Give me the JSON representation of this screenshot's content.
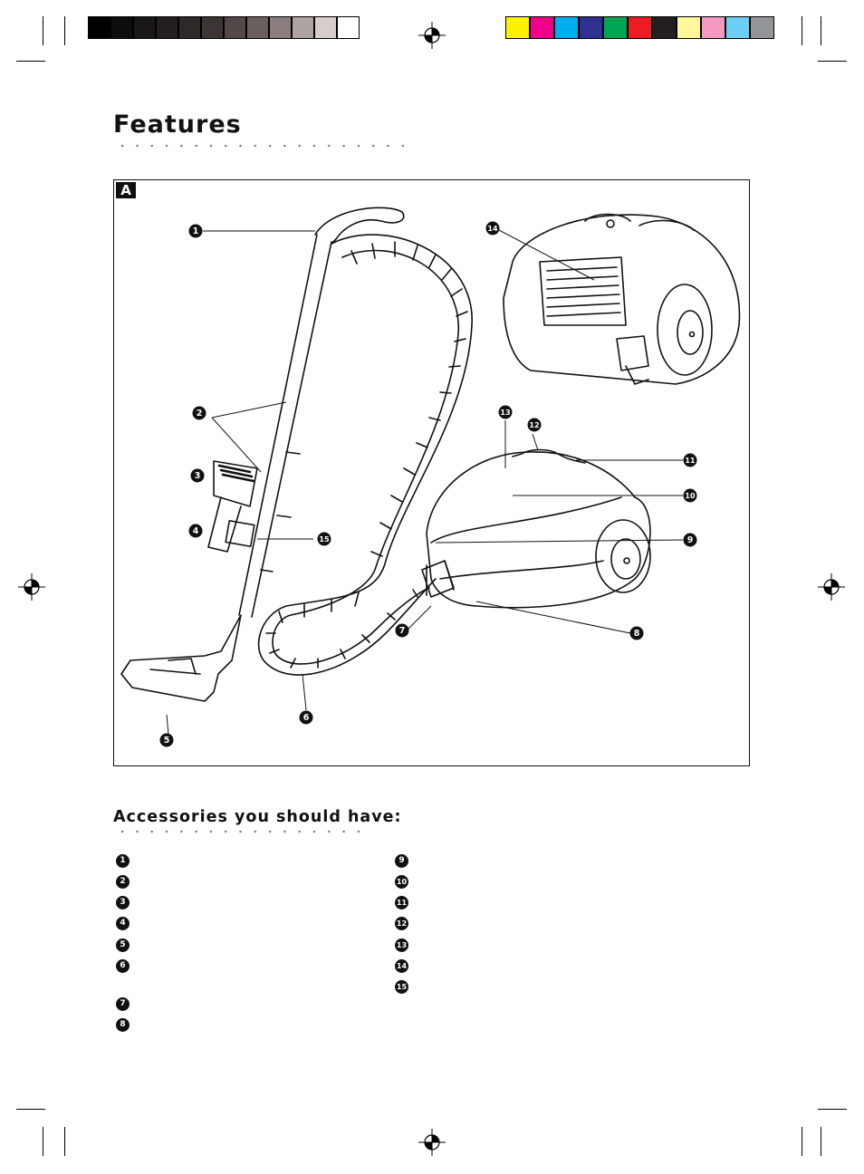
{
  "title": "Features",
  "panel_label": "A",
  "subtitle": "Accessories you should have:",
  "callouts": [
    "1",
    "2",
    "3",
    "4",
    "5",
    "6",
    "7",
    "8",
    "9",
    "10",
    "11",
    "12",
    "13",
    "14",
    "15"
  ],
  "legend_left": [
    "1",
    "2",
    "3",
    "4",
    "5",
    "6",
    "7",
    "8"
  ],
  "legend_right": [
    "9",
    "10",
    "11",
    "12",
    "13",
    "14",
    "15"
  ],
  "colors": {
    "swatches_gray": [
      "#000000",
      "#0d0d0d",
      "#1a1717",
      "#231f20",
      "#2e2928",
      "#3c3534",
      "#524847",
      "#6b5f5e",
      "#8a7f7e",
      "#aea4a2",
      "#d6ceca",
      "#ffffff"
    ],
    "swatches_color": [
      "#fff200",
      "#ec008c",
      "#00aeef",
      "#2e3192",
      "#00a651",
      "#ed1c24",
      "#231f20",
      "#fff799",
      "#f49ac1",
      "#6dcff6",
      "#939598"
    ]
  }
}
